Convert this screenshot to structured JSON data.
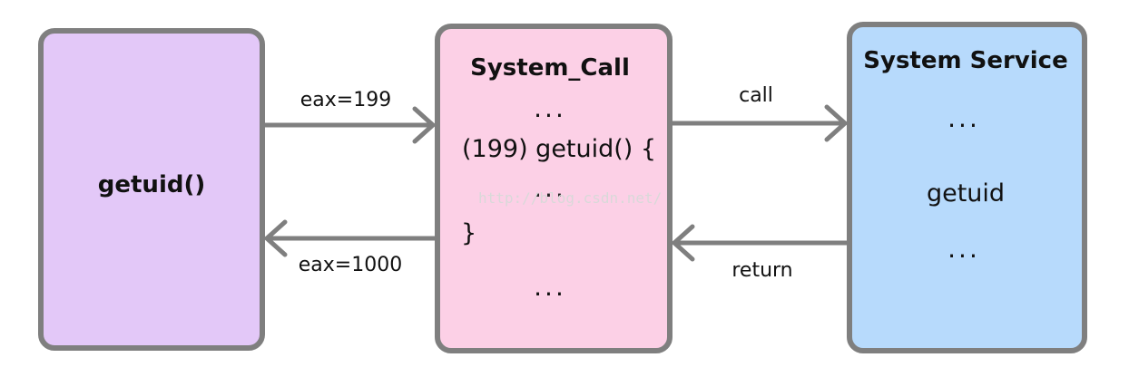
{
  "nodes": {
    "getuid": {
      "label": "getuid()"
    },
    "system_call": {
      "title": "System_Call",
      "dots_top": "...",
      "line_call": "(199) getuid() {",
      "line_body": "...",
      "line_close": "}",
      "dots_bottom": "..."
    },
    "system_service": {
      "title": "System Service",
      "dots_top": "...",
      "item": "getuid",
      "dots_bottom": "..."
    }
  },
  "edges": {
    "eax_199": "eax=199",
    "eax_1000": "eax=1000",
    "call": "call",
    "return": "return"
  },
  "watermark": "http://blog.csdn.net/",
  "colors": {
    "getuid_fill": "#e3c8f8",
    "system_call_fill": "#fcd0e6",
    "system_service_fill": "#b7dafc",
    "border": "#7f7f7f",
    "arrow": "#7f7f7f"
  }
}
